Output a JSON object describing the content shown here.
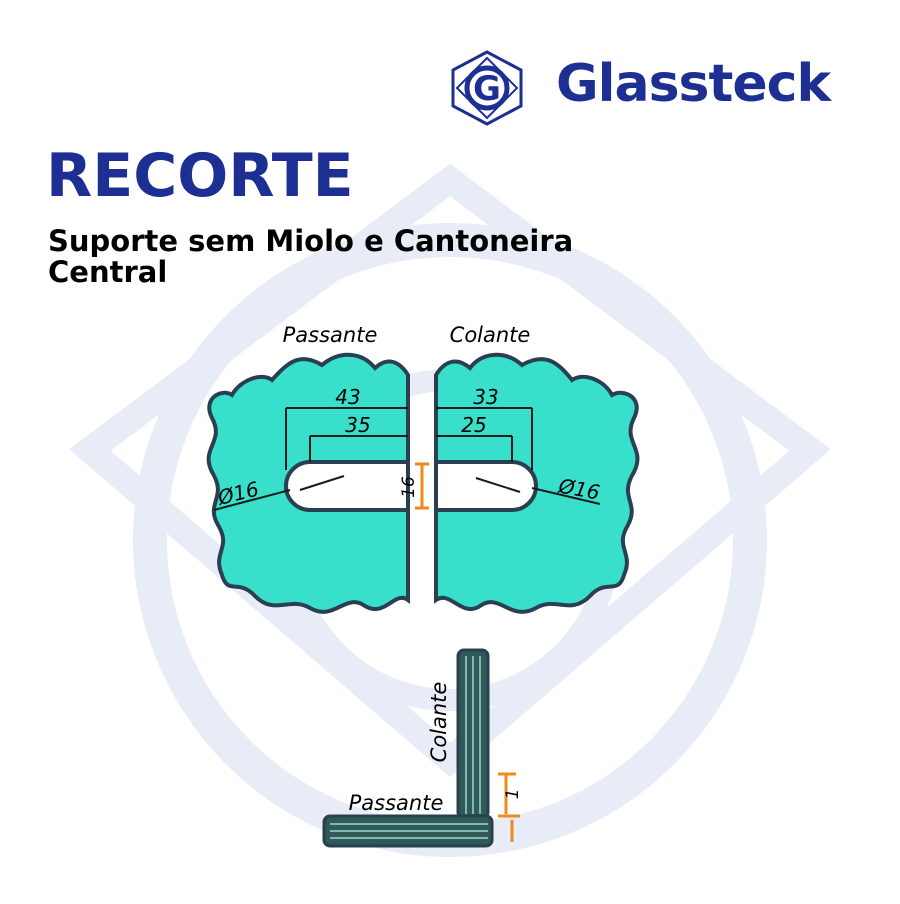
{
  "brand": {
    "name": "Glassteck",
    "logo_letter": "G",
    "color": "#1e2f93"
  },
  "title": "RECORTE",
  "subtitle": {
    "line1": "Suporte sem Miolo e Cantoneira",
    "line2": "Central"
  },
  "diagram": {
    "left_label": "Passante",
    "right_label": "Colante",
    "left_dim_outer": "43",
    "left_dim_inner": "35",
    "right_dim_outer": "33",
    "right_dim_inner": "25",
    "left_diameter": "Ø16",
    "right_diameter": "Ø16",
    "gap_height": "16",
    "angle_vertical_label": "Colante",
    "angle_horizontal_label": "Passante",
    "angle_gap": "1",
    "glass_color": "#38e0cc",
    "glass_edge_color": "#2a3f52",
    "dimension_color": "#f08a1c"
  }
}
